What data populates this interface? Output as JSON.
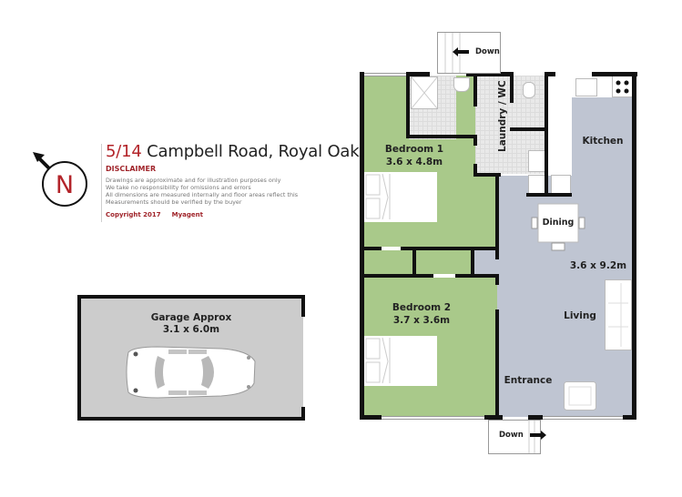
{
  "header": {
    "address_number": "5/14",
    "address_street": "Campbell Road, Royal Oak",
    "compass_label": "N",
    "disclaimer_title": "DISCLAIMER",
    "disclaimer_lines": [
      "Drawings are approximate and for illustration purposes only",
      "We take no responsibility for omissions and errors",
      "All dimensions are measured internally and floor areas reflect this",
      "Measurements should be verified by the buyer"
    ],
    "copyright": "Copyright 2017",
    "agent": "Myagent"
  },
  "garage": {
    "label": "Garage Approx",
    "dimensions": "3.1 x 6.0m"
  },
  "rooms": {
    "bedroom1": {
      "name": "Bedroom 1",
      "dimensions": "3.6 x 4.8m"
    },
    "bedroom2": {
      "name": "Bedroom 2",
      "dimensions": "3.7 x 3.6m"
    },
    "laundry": {
      "name": "Laundry / WC"
    },
    "kitchen": {
      "name": "Kitchen"
    },
    "dining": {
      "name": "Dining"
    },
    "living": {
      "name": "Living",
      "dimensions": "3.6 x 9.2m"
    },
    "entrance": {
      "name": "Entrance"
    }
  },
  "stairs": {
    "top_label": "Down",
    "bottom_label": "Down"
  },
  "colors": {
    "accent_red": "#b3242a",
    "bedroom_green": "#a9c98a",
    "living_grey": "#bfc5d2",
    "garage_grey": "#cccccc",
    "wall": "#111111"
  }
}
